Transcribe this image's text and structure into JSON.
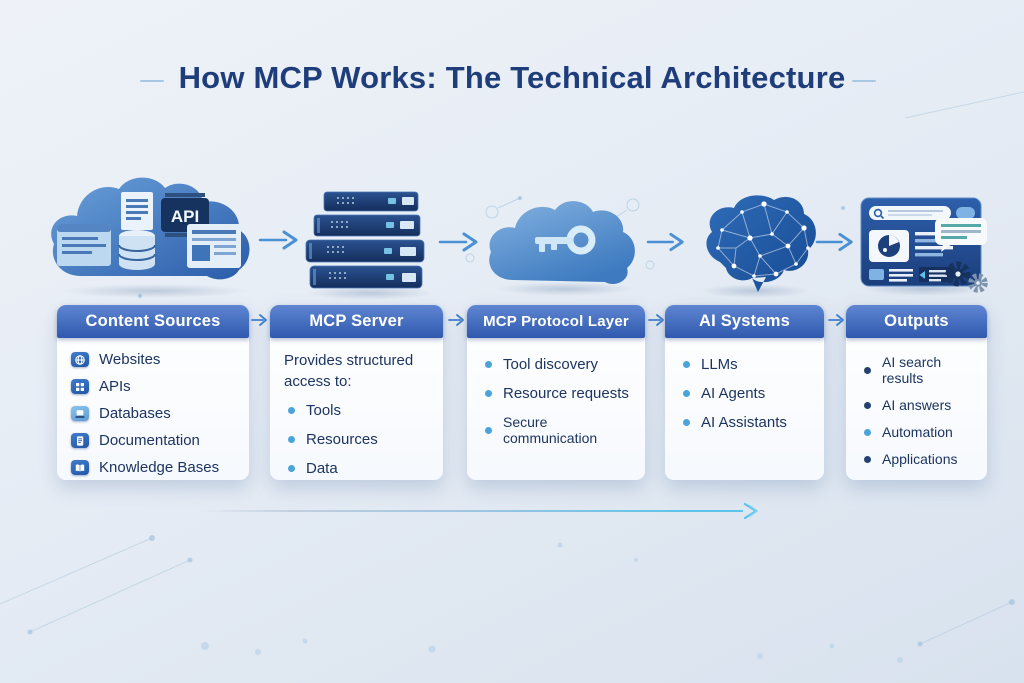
{
  "title": "How MCP Works: The Technical Architecture",
  "colors": {
    "background_top": "#eef2f8",
    "background_bottom": "#d8e2ee",
    "title": "#1e3d7a",
    "header_gradient_start": "#5e86d2",
    "header_gradient_end": "#3059ae",
    "header_text": "#ffffff",
    "body_text": "#1d3560",
    "card_bg": "#f6f9fd",
    "icon_tile": "#2356a5",
    "icon_tile_light": "#3f7ecd",
    "arrow": "#4b8fd4",
    "bottom_arrow": "#5ac4ea",
    "bullet_blue": "#4aa4da",
    "bullet_dark": "#24416f"
  },
  "icons": {
    "api_chip_label": "API",
    "names": [
      "content-sources-cloud-icon",
      "mcp-server-stack-icon",
      "protocol-cloud-key-icon",
      "ai-brain-network-icon",
      "outputs-dashboard-icon"
    ]
  },
  "cards": [
    {
      "header": "Content Sources",
      "items": [
        {
          "label": "Websites",
          "icon": "globe-icon"
        },
        {
          "label": "APIs",
          "icon": "grid-icon"
        },
        {
          "label": "Databases",
          "icon": "laptop-icon"
        },
        {
          "label": "Documentation",
          "icon": "document-icon"
        },
        {
          "label": "Knowledge Bases",
          "icon": "book-icon"
        }
      ]
    },
    {
      "header": "MCP Server",
      "intro": "Provides structured access to:",
      "items": [
        {
          "label": "Tools"
        },
        {
          "label": "Resources"
        },
        {
          "label": "Data"
        }
      ]
    },
    {
      "header": "MCP Protocol Layer",
      "items": [
        {
          "label": "Tool discovery"
        },
        {
          "label": "Resource requests"
        },
        {
          "label": "Secure communication"
        }
      ]
    },
    {
      "header": "AI Systems",
      "items": [
        {
          "label": "LLMs"
        },
        {
          "label": "AI Agents"
        },
        {
          "label": "AI Assistants"
        }
      ]
    },
    {
      "header": "Outputs",
      "items": [
        {
          "label": "AI search results"
        },
        {
          "label": "AI answers"
        },
        {
          "label": "Automation"
        },
        {
          "label": "Applications"
        }
      ]
    }
  ]
}
